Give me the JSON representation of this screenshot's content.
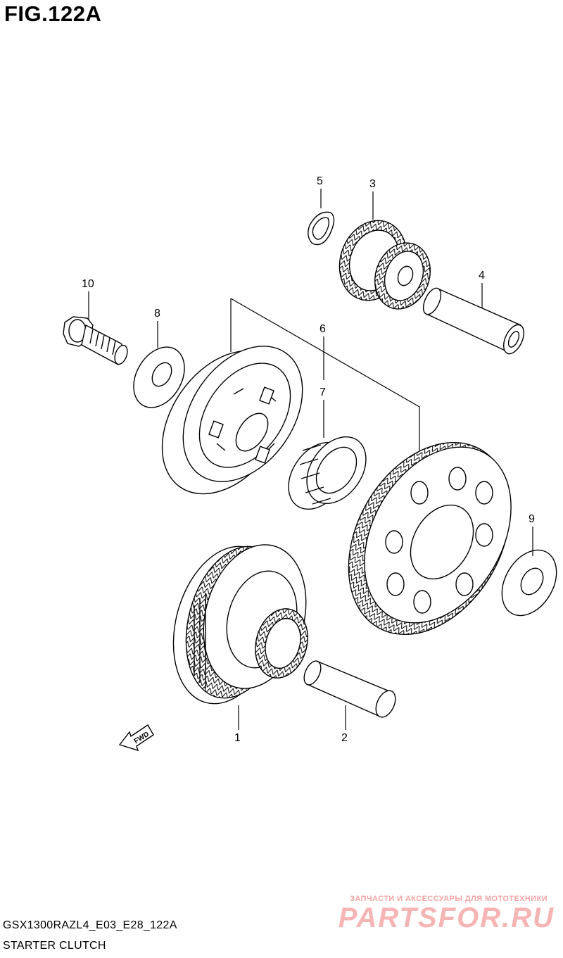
{
  "figure": {
    "title": "FIG.122A",
    "model_code": "GSX1300RAZL4_E03_E28_122A",
    "name": "STARTER CLUTCH"
  },
  "callouts": [
    "1",
    "2",
    "3",
    "4",
    "5",
    "6",
    "7",
    "8",
    "9",
    "10"
  ],
  "direction_label": "FWD",
  "watermark": {
    "tagline": "ЗАПЧАСТИ И АКСЕССУАРЫ ДЛЯ МОТОТЕХНИКИ",
    "brand": "PARTSFOR.RU"
  },
  "colors": {
    "line": "#000000",
    "background": "#ffffff",
    "watermark": "#f4a5a5"
  }
}
